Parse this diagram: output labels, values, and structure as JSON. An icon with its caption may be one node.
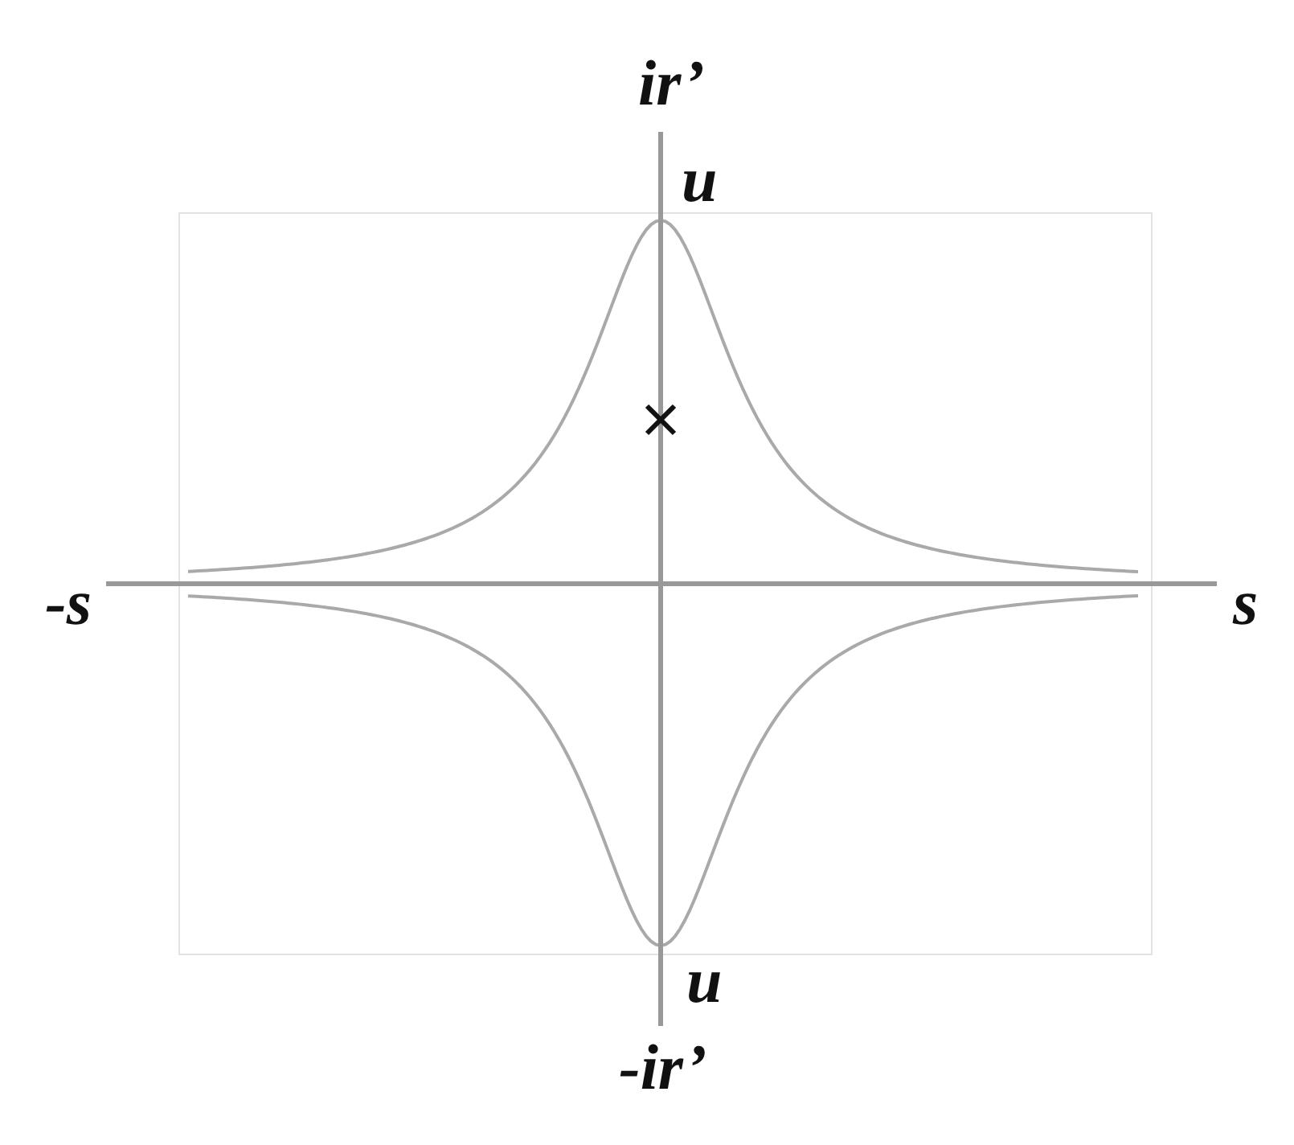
{
  "diagram": {
    "labels": [
      "ir’",
      "u",
      "-s",
      "s",
      "u",
      "-ir’"
    ]
  }
}
